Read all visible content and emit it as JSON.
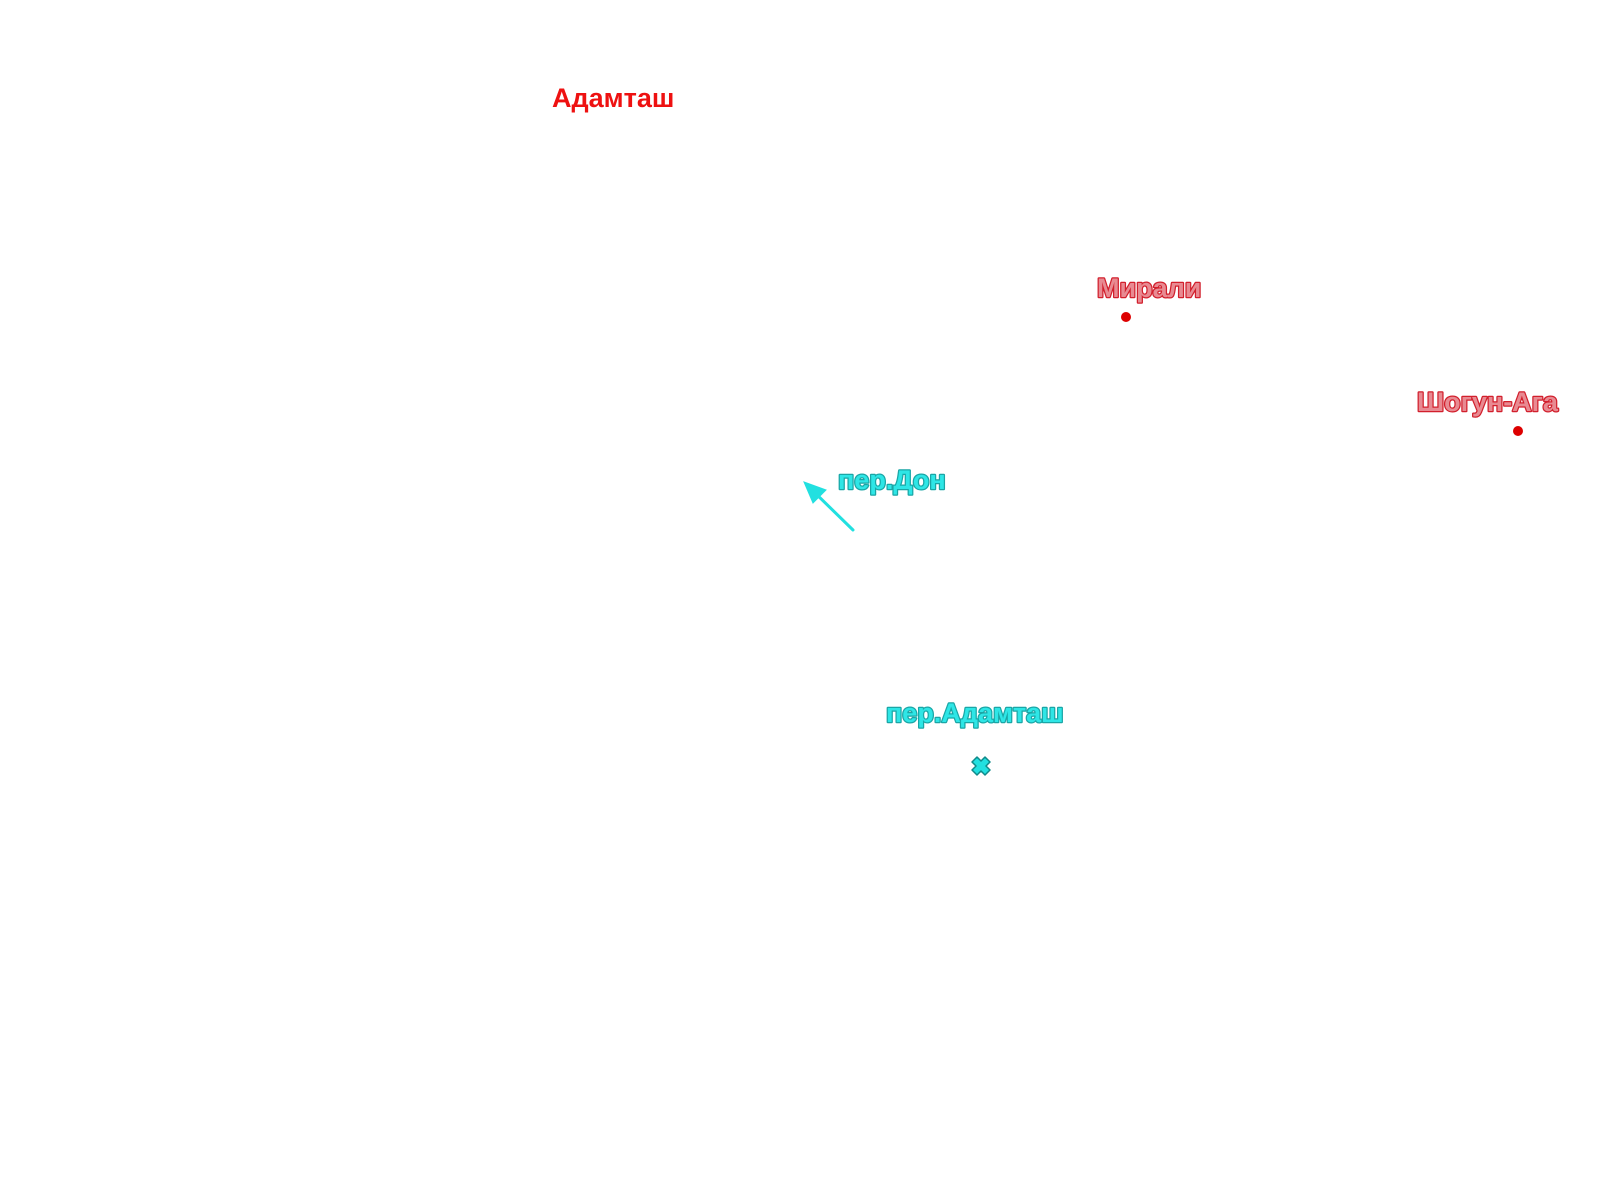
{
  "map": {
    "colors": {
      "background": "#ffffff",
      "region_label": "#ee1111",
      "region_label_halo": "#ffffff",
      "village_label": "#e88a92",
      "village_label_halo": "#d21f2c",
      "village_point": "#dd0000",
      "pass_label": "#2ee6e6",
      "pass_label_halo": "#1aa6a6",
      "pass_symbol": "#22e0e0",
      "pass_symbol_outline": "#108a8a"
    },
    "region": {
      "name": "Адамташ"
    },
    "villages": [
      {
        "name": "Мирали",
        "icon": "dot-icon"
      },
      {
        "name": "Шогун-Ага",
        "icon": "dot-icon"
      }
    ],
    "passes": [
      {
        "name": "пер.Дон",
        "icon": "direction-arrow-icon"
      },
      {
        "name": "пер.Адамташ",
        "icon": "pass-cross-icon"
      }
    ]
  }
}
